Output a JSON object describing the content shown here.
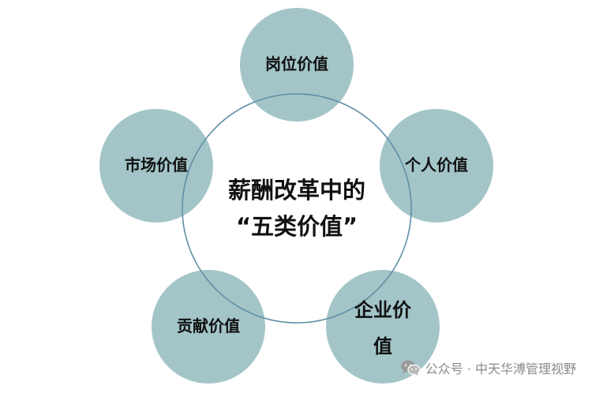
{
  "diagram": {
    "center": {
      "line1": "薪酬改革中的",
      "line2": "“五类价值”"
    },
    "nodes": [
      {
        "label": "岗位价值"
      },
      {
        "label": "个人价值"
      },
      {
        "label": "市场价值"
      },
      {
        "label": "贡献价值"
      },
      {
        "label": "企业价",
        "label_line2": "值"
      }
    ],
    "colors": {
      "node_fill": "#a3c5c8",
      "ring_stroke": "#5f8fa6"
    }
  },
  "watermark": {
    "icon": "wechat-icon",
    "text": "公众号 · 中天华溥管理视野"
  }
}
